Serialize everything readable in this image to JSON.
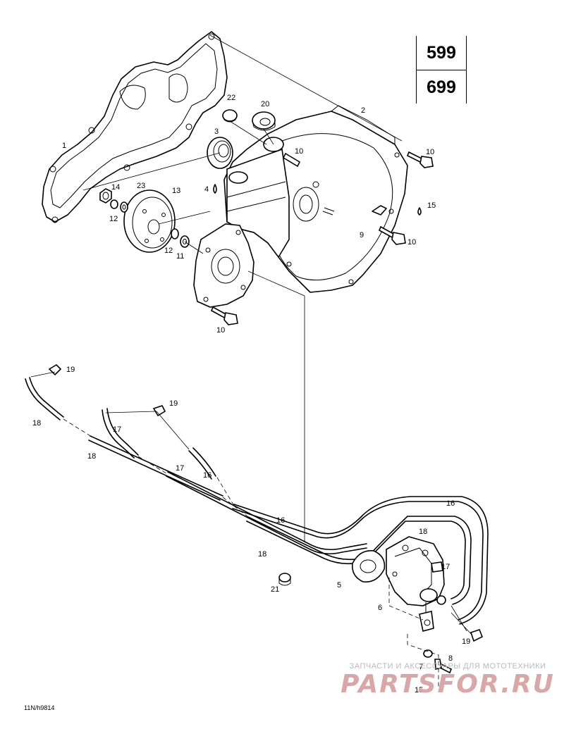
{
  "models": [
    "599",
    "699"
  ],
  "diagram_code": "11N/h9814",
  "watermark": {
    "subtitle": "ЗАПЧАСТИ И АКСЕССУАРЫ ДЛЯ МОТОТЕХНИКИ",
    "brand": "PARTSFOR.RU"
  },
  "callouts": [
    "1",
    "2",
    "3",
    "4",
    "5",
    "6",
    "7",
    "8",
    "9",
    "10",
    "10",
    "10",
    "10",
    "11",
    "12",
    "12",
    "13",
    "14",
    "15",
    "15",
    "16",
    "16",
    "16",
    "17",
    "17",
    "17",
    "18",
    "18",
    "18",
    "18",
    "19",
    "19",
    "19",
    "20",
    "21",
    "22",
    "23"
  ]
}
